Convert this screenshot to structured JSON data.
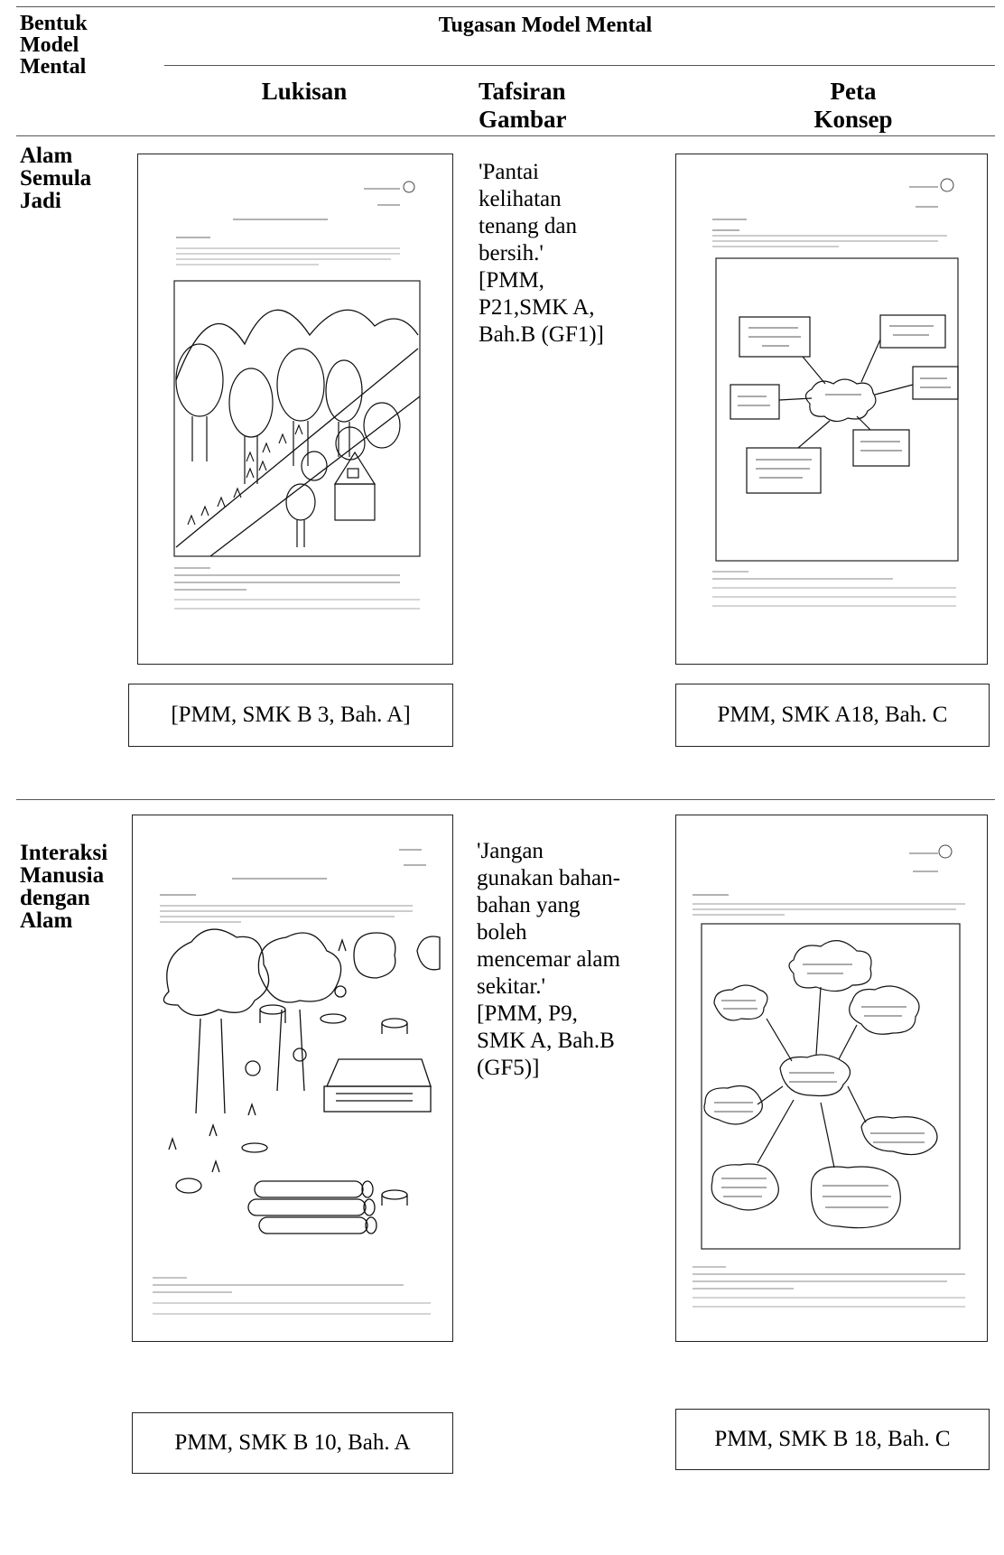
{
  "header": {
    "col1": [
      "Bentuk",
      "Model",
      "Mental"
    ],
    "group": "Tugasan Model Mental",
    "col_lukisan": "Lukisan",
    "col_tafsiran": [
      "Tafsiran",
      "Gambar"
    ],
    "col_peta": [
      "Peta",
      "Konsep"
    ]
  },
  "rows": [
    {
      "label": [
        "Alam",
        "Semula",
        "Jadi"
      ],
      "tafsiran": [
        "'Pantai",
        "kelihatan",
        "tenang dan",
        "bersih.'",
        "[PMM,",
        "P21,SMK A,",
        "Bah.B (GF1)]"
      ],
      "lukisan_caption": "[PMM, SMK B 3, Bah. A]",
      "peta_caption": "PMM, SMK A18, Bah. C"
    },
    {
      "label": [
        "Interaksi",
        "Manusia",
        "dengan",
        "Alam"
      ],
      "tafsiran": [
        "'Jangan",
        "gunakan bahan-",
        "bahan yang",
        "boleh",
        "mencemar alam",
        "sekitar.'",
        "[PMM, P9,",
        "SMK A, Bah.B",
        "(GF5)]"
      ],
      "lukisan_caption": "PMM, SMK B 10, Bah. A",
      "peta_caption": "PMM, SMK B 18, Bah. C"
    }
  ]
}
